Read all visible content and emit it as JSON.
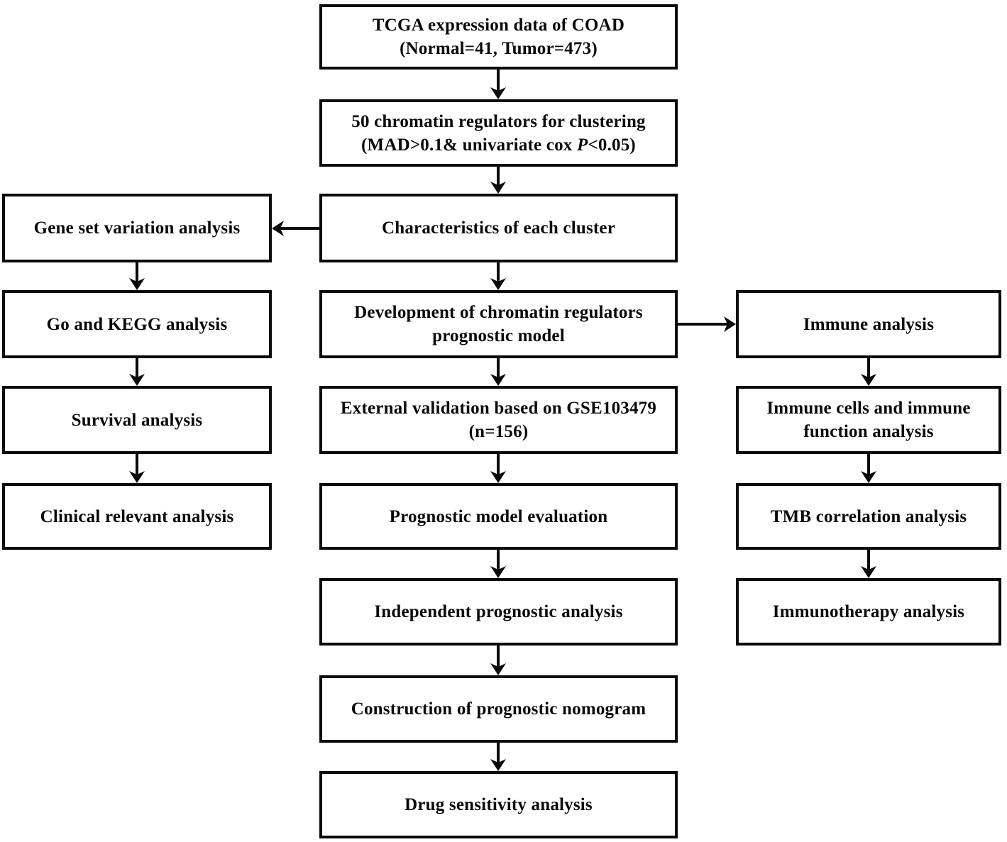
{
  "figure": {
    "type": "flowchart",
    "background": "#ffffff",
    "box_fill": "#ffffff",
    "line_color": "#0a0a0a",
    "text_color": "#0a0a0a"
  },
  "boxes": {
    "tcga": {
      "line1": "TCGA expression data of COAD",
      "line2": "(Normal=41, Tumor=473)"
    },
    "clustering": {
      "line1": "50 chromatin regulators for clustering",
      "line2_pre": "(MAD>0.1& univariate cox ",
      "line2_italic": "P",
      "line2_post": "<0.05)"
    },
    "characteristics": {
      "line1": "Characteristics of each cluster"
    },
    "development": {
      "line1": "Development of chromatin regulators",
      "line2": "prognostic model"
    },
    "external_validation": {
      "line1": "External validation based on GSE103479",
      "line2": "(n=156)"
    },
    "model_evaluation": {
      "line1": "Prognostic model evaluation"
    },
    "independent_prognostic": {
      "line1": "Independent prognostic analysis"
    },
    "nomogram": {
      "line1": "Construction of prognostic nomogram"
    },
    "drug_sensitivity": {
      "line1": "Drug sensitivity analysis"
    },
    "gsva": {
      "line1": "Gene set variation analysis"
    },
    "go_kegg": {
      "line1": "Go and KEGG analysis"
    },
    "survival": {
      "line1": "Survival analysis"
    },
    "clinical_relevant": {
      "line1": "Clinical relevant analysis"
    },
    "immune": {
      "line1": "Immune analysis"
    },
    "immune_cells": {
      "line1": "Immune cells and immune",
      "line2": "function analysis"
    },
    "tmb": {
      "line1": "TMB correlation analysis"
    },
    "immunotherapy": {
      "line1": "Immunotherapy analysis"
    }
  },
  "edges": [
    {
      "from": "tcga",
      "to": "clustering"
    },
    {
      "from": "clustering",
      "to": "characteristics"
    },
    {
      "from": "characteristics",
      "to": "gsva"
    },
    {
      "from": "characteristics",
      "to": "development"
    },
    {
      "from": "development",
      "to": "external_validation"
    },
    {
      "from": "development",
      "to": "immune"
    },
    {
      "from": "external_validation",
      "to": "model_evaluation"
    },
    {
      "from": "model_evaluation",
      "to": "independent_prognostic"
    },
    {
      "from": "independent_prognostic",
      "to": "nomogram"
    },
    {
      "from": "nomogram",
      "to": "drug_sensitivity"
    },
    {
      "from": "gsva",
      "to": "go_kegg"
    },
    {
      "from": "go_kegg",
      "to": "survival"
    },
    {
      "from": "survival",
      "to": "clinical_relevant"
    },
    {
      "from": "immune",
      "to": "immune_cells"
    },
    {
      "from": "immune_cells",
      "to": "tmb"
    },
    {
      "from": "tmb",
      "to": "immunotherapy"
    }
  ]
}
